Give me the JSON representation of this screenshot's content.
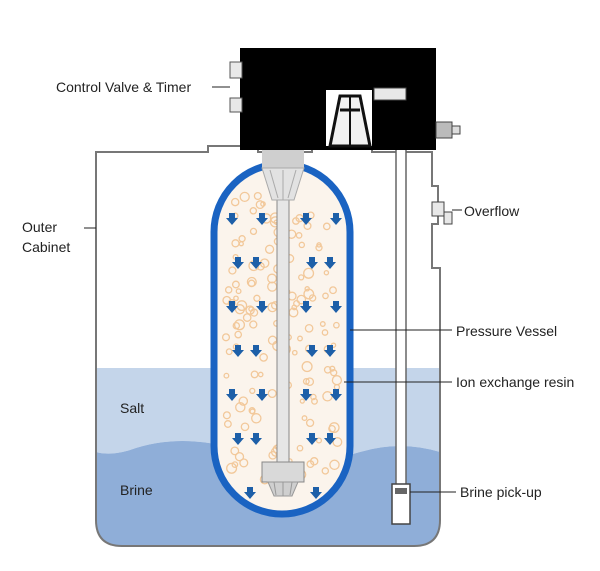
{
  "labels": {
    "control_valve": "Control Valve & Timer",
    "outer_cabinet_line1": "Outer",
    "outer_cabinet_line2": "Cabinet",
    "overflow": "Overflow",
    "pressure_vessel": "Pressure Vessel",
    "ion_resin": "Ion exchange resin",
    "salt": "Salt",
    "brine": "Brine",
    "brine_pickup": "Brine pick-up"
  },
  "colors": {
    "outline": "#777777",
    "valve": "#000000",
    "salt_fill": "#c4d5ea",
    "brine_fill": "#8faed8",
    "vessel_border": "#1a63c2",
    "vessel_inner": "#fbf4ec",
    "resin_beads": "#f2c89a",
    "flow_arrows": "#1d5fa8",
    "tube": "#e6e6e6"
  },
  "icons": [
    "flow-arrow-icon",
    "resin-bead-icon"
  ]
}
